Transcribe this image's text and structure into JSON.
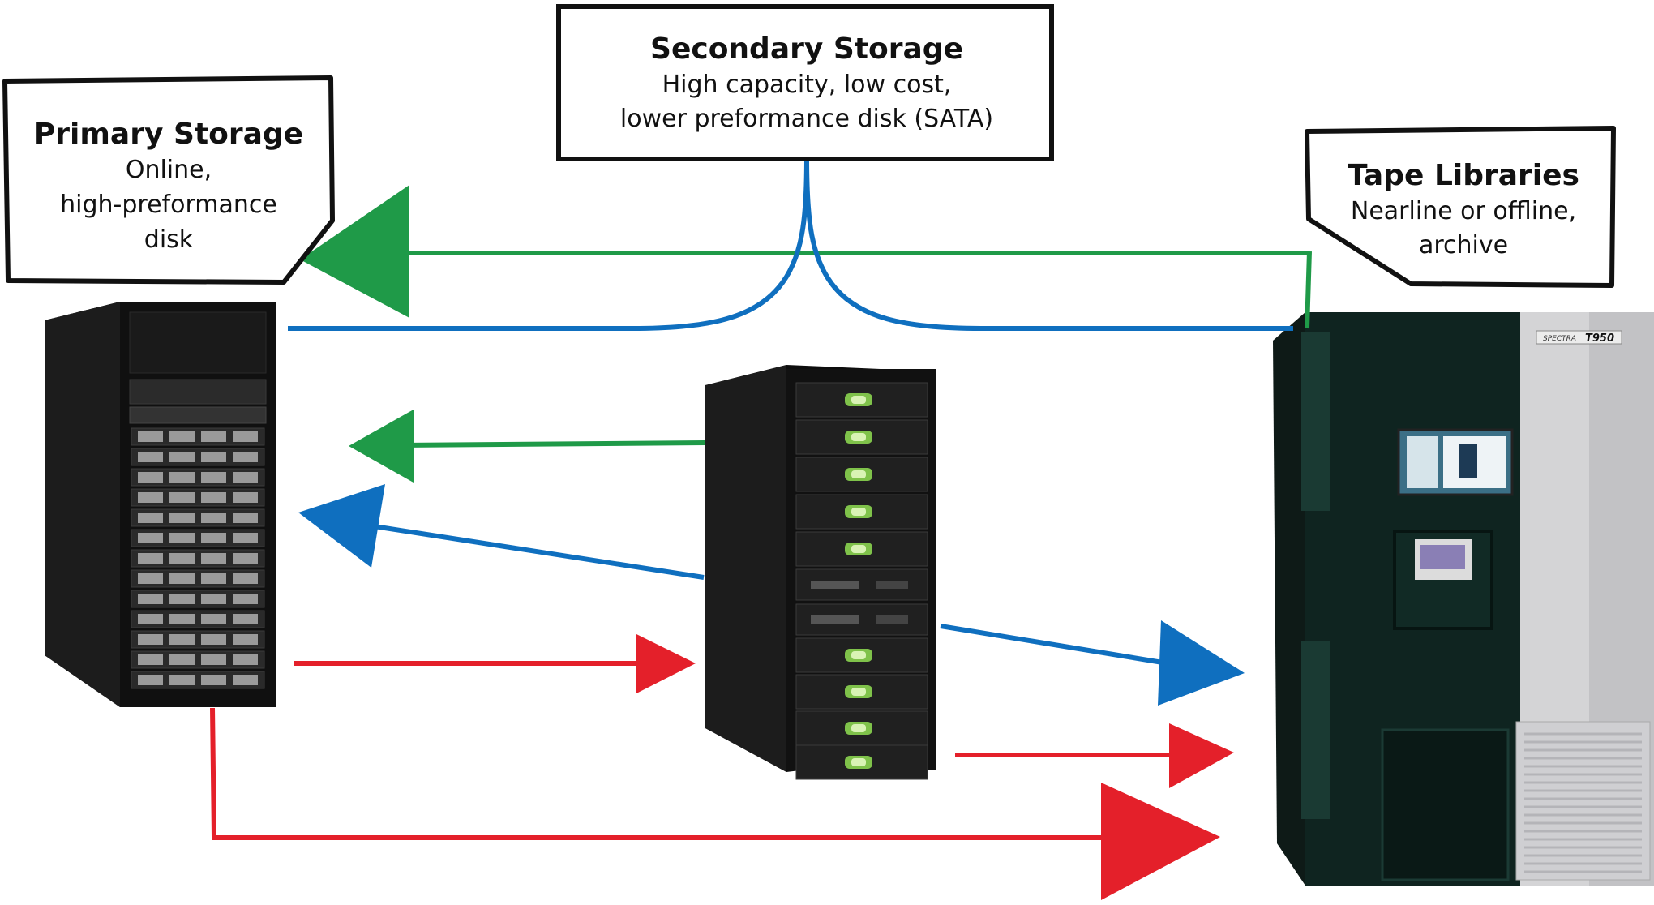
{
  "colors": {
    "green": "#1f9a48",
    "blue": "#0f6fbf",
    "red": "#e4202a",
    "rack": "#141414",
    "box_border": "#111111"
  },
  "primary": {
    "title": "Primary Storage",
    "lines": [
      "Online,",
      "high-preformance",
      "disk"
    ]
  },
  "secondary": {
    "title": "Secondary Storage",
    "lines": [
      "High capacity, low cost,",
      "lower preformance disk (SATA)"
    ]
  },
  "tape": {
    "title": "Tape Libraries",
    "lines": [
      "Nearline or offline,",
      "archive"
    ],
    "brand": "SPECTRA",
    "model": "T950"
  }
}
